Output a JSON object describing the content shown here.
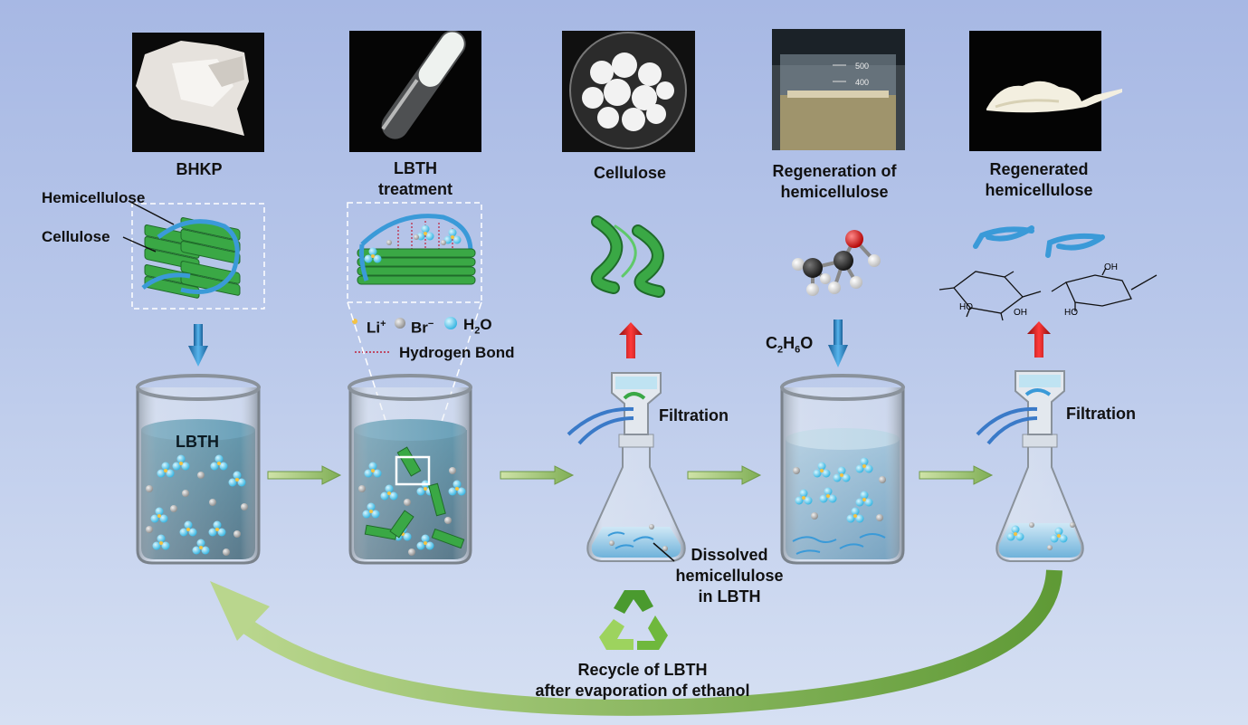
{
  "photos": {
    "bhkp": "BHKP",
    "lbth_treatment_line1": "LBTH",
    "lbth_treatment_line2": "treatment",
    "cellulose": "Cellulose",
    "regeneration_line1": "Regeneration of",
    "regeneration_line2": "hemicellulose",
    "regenerated_line1": "Regenerated",
    "regenerated_line2": "hemicellulose"
  },
  "structure": {
    "hemicellulose": "Hemicellulose",
    "cellulose": "Cellulose"
  },
  "legend": {
    "li": "Li",
    "li_sup": "+",
    "br": "Br",
    "br_sup": "−",
    "h2o_h": "H",
    "h2o_sub": "2",
    "h2o_o": "O",
    "hydrogen_bond": "Hydrogen Bond"
  },
  "beaker1": {
    "label": "LBTH"
  },
  "filtration1": "Filtration",
  "filtration2": "Filtration",
  "ethanol": {
    "c": "C",
    "c_sub": "2",
    "h": "H",
    "h_sub": "6",
    "o": "O"
  },
  "dissolved": {
    "line1": "Dissolved",
    "line2": "hemicellulose",
    "line3": "in LBTH"
  },
  "recycle": {
    "line1": "Recycle of LBTH",
    "line2": "after evaporation of ethanol"
  },
  "sugar_labels": {
    "oh": "OH",
    "ho": "HO"
  },
  "colors": {
    "lbth_liquid": "#1f5e78",
    "cellulose_green": "#3aa845",
    "hemicellulose_blue": "#3a9ad8",
    "flow_arrow": "#9cc07a",
    "up_arrow": "#d81c1c",
    "down_arrow": "#2e86c8"
  }
}
